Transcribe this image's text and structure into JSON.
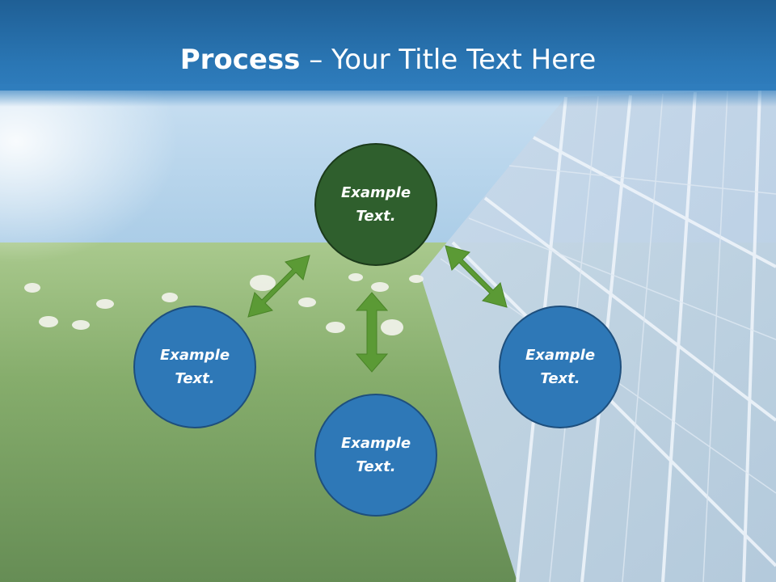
{
  "header": {
    "title_bold": "Process",
    "title_rest": " – Your Title Text Here"
  },
  "diagram": {
    "center_node": {
      "label": "Example\nText.",
      "color": "#2f5f2d"
    },
    "left_node": {
      "label": "Example\nText.",
      "color": "#2e78b7"
    },
    "right_node": {
      "label": "Example\nText.",
      "color": "#2e78b7"
    },
    "bottom_node": {
      "label": "Example\nText.",
      "color": "#2e78b7"
    },
    "arrow_color": "#5b9a35"
  }
}
